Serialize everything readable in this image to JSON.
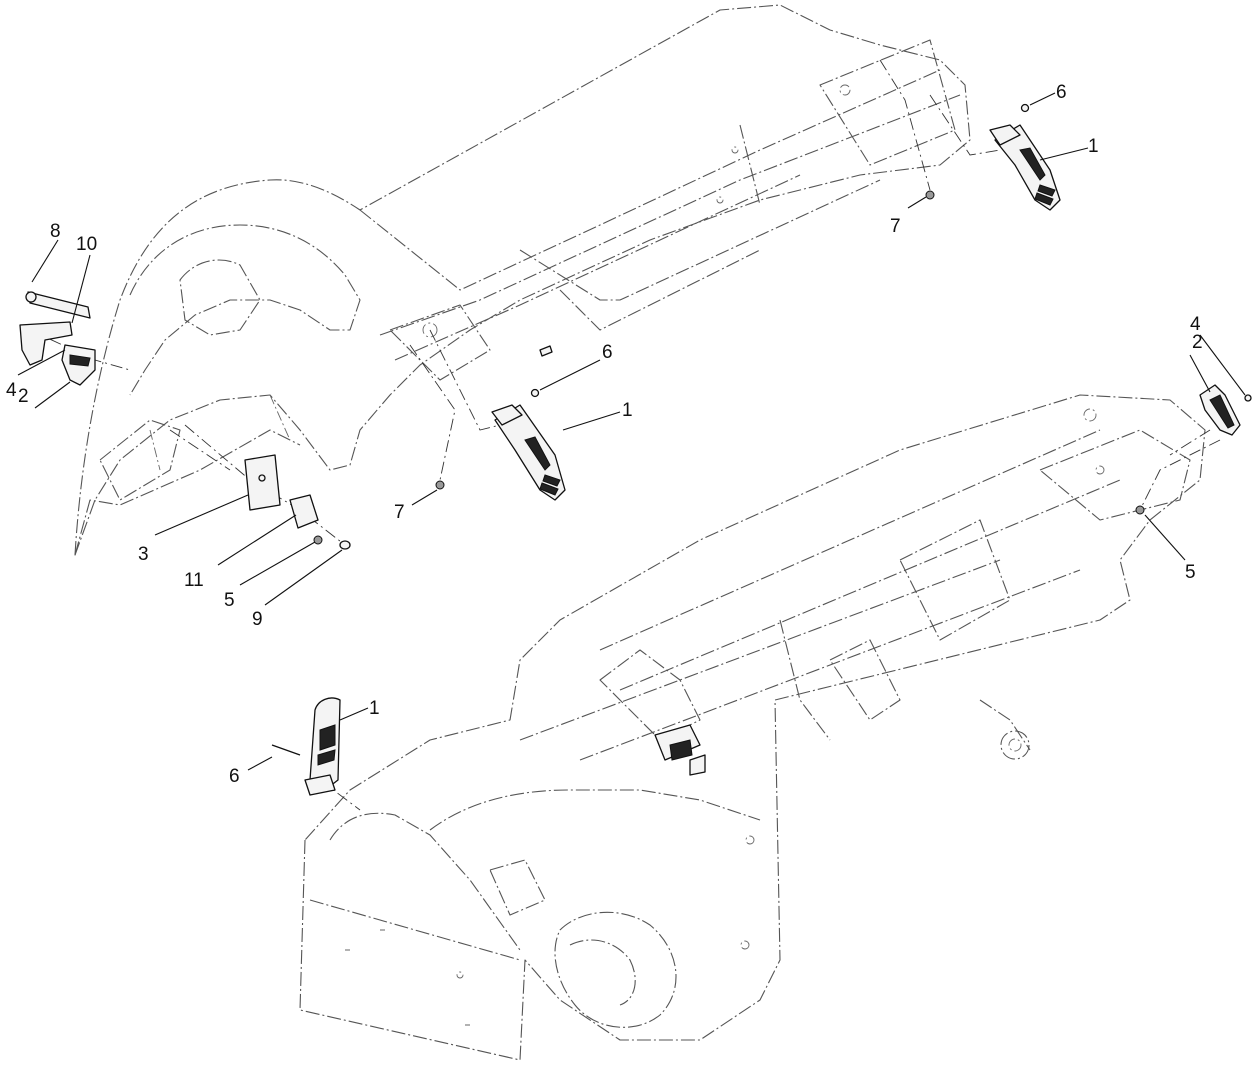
{
  "callouts": [
    {
      "label": "1"
    },
    {
      "label": "1"
    },
    {
      "label": "1"
    },
    {
      "label": "2"
    },
    {
      "label": "2"
    },
    {
      "label": "3"
    },
    {
      "label": "4"
    },
    {
      "label": "4"
    },
    {
      "label": "5"
    },
    {
      "label": "5"
    },
    {
      "label": "6"
    },
    {
      "label": "6"
    },
    {
      "label": "6"
    },
    {
      "label": "7"
    },
    {
      "label": "7"
    },
    {
      "label": "8"
    },
    {
      "label": "9"
    },
    {
      "label": "10"
    },
    {
      "label": "11"
    }
  ]
}
